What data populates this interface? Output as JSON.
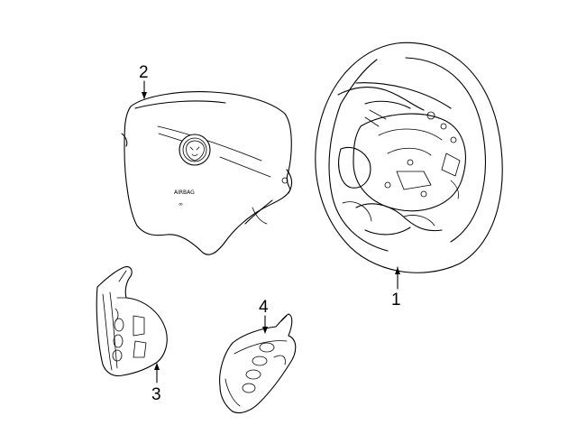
{
  "diagram": {
    "parts": [
      {
        "id": "steering-wheel",
        "callout": "1"
      },
      {
        "id": "airbag-module",
        "callout": "2"
      },
      {
        "id": "left-switch",
        "callout": "3"
      },
      {
        "id": "right-switch",
        "callout": "4"
      }
    ],
    "airbag_emboss": [
      "AIRBAG",
      "∞"
    ]
  }
}
